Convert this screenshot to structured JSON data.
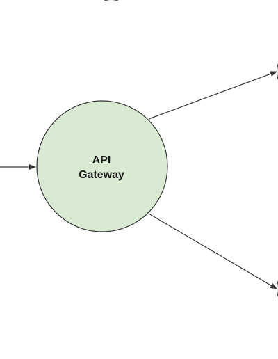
{
  "diagram": {
    "node": {
      "label_line1": "API",
      "label_line2": "Gateway",
      "fill_color": "#d9ead3",
      "stroke_color": "#333333"
    },
    "edge_color": "#333333",
    "edges": [
      {
        "from": "left-offscreen",
        "to": "api-gateway"
      },
      {
        "from": "api-gateway",
        "to": "right-upper-offscreen"
      },
      {
        "from": "api-gateway",
        "to": "right-lower-offscreen"
      }
    ]
  }
}
